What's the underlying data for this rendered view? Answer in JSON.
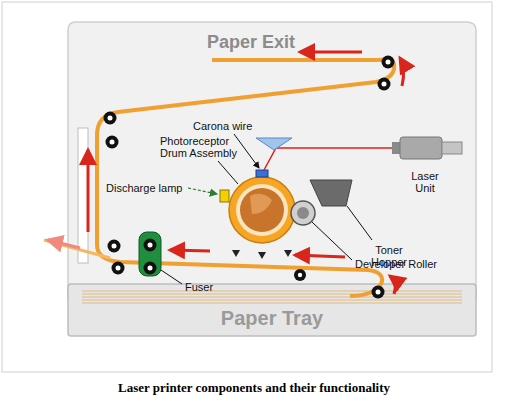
{
  "diagram": {
    "caption": "Laser printer components and their functionality",
    "nodes": [
      {
        "text": [
          "Paper Tray"
        ]
      }
    ],
    "labels": [
      "Paper Exit",
      "Carona wire",
      "Photoreceptor Drum Assembly",
      "Discharge lamp",
      "Laser Unit",
      "Toner Hopper",
      "Developer Roller",
      "Fuser"
    ]
  }
}
